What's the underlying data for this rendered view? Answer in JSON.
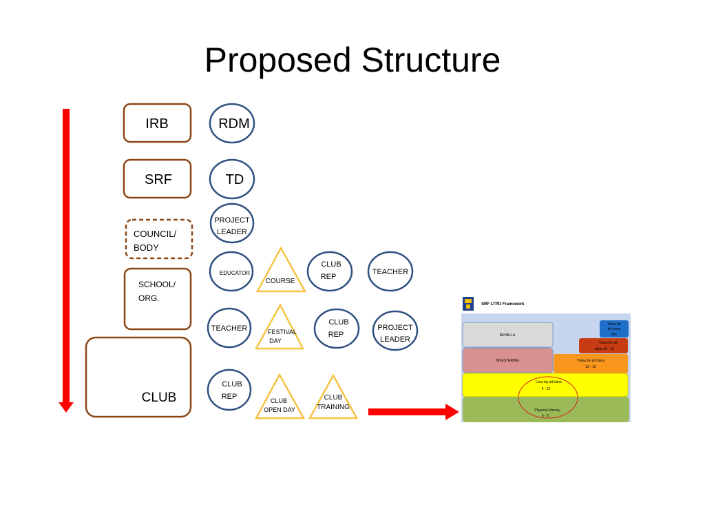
{
  "title": "Proposed Structure",
  "colors": {
    "arrow": "#ff0000",
    "box_border": "#8b4513",
    "circle_border": "#2f4f7f",
    "triangle_border": "#f5c242"
  },
  "boxes": {
    "irb": "IRB",
    "srf": "SRF",
    "council_line1": "COUNCIL/",
    "council_line2": "BODY",
    "school_line1": "SCHOOL/",
    "school_line2": "ORG.",
    "club": "CLUB"
  },
  "circles": {
    "rdm": "RDM",
    "td": "TD",
    "project_leader_1_line1": "PROJECT",
    "project_leader_1_line2": "LEADER",
    "educator": "EDUCATOR",
    "club_rep_1_line1": "CLUB",
    "club_rep_1_line2": "REP",
    "teacher_1": "TEACHER",
    "teacher_2": "TEACHER",
    "club_rep_2_line1": "CLUB",
    "club_rep_2_line2": "REP",
    "project_leader_2_line1": "PROJECT",
    "project_leader_2_line2": "LEADER",
    "club_rep_3_line1": "CLUB",
    "club_rep_3_line2": "REP"
  },
  "triangles": {
    "course": "COURSE",
    "festival_line1": "FESTIVAL",
    "festival_line2": "DAY",
    "open_day_line1": "CLUB",
    "open_day_line2": "OPEN DAY",
    "training_line1": "CLUB",
    "training_line2": "TRAINING"
  },
  "ltpd": {
    "header": "SRF LTPD Framework",
    "behalla": "BEHÅLLA",
    "investering": "INVESTERING",
    "vinna_line1": "Träna för",
    "vinna_line2": "att vinna",
    "vinna_line3": "19+",
    "tavla_line1": "Träna för att",
    "tavla_line2": "tävla 16 - 19",
    "trana_line1": "Träna för att träna",
    "trana_line2": "13 - 16",
    "lara_line1": "Lära sig att träna",
    "lara_line2": "9 - 12",
    "physical_line1": "Physical Literacy",
    "physical_line2": "6 - 9"
  }
}
